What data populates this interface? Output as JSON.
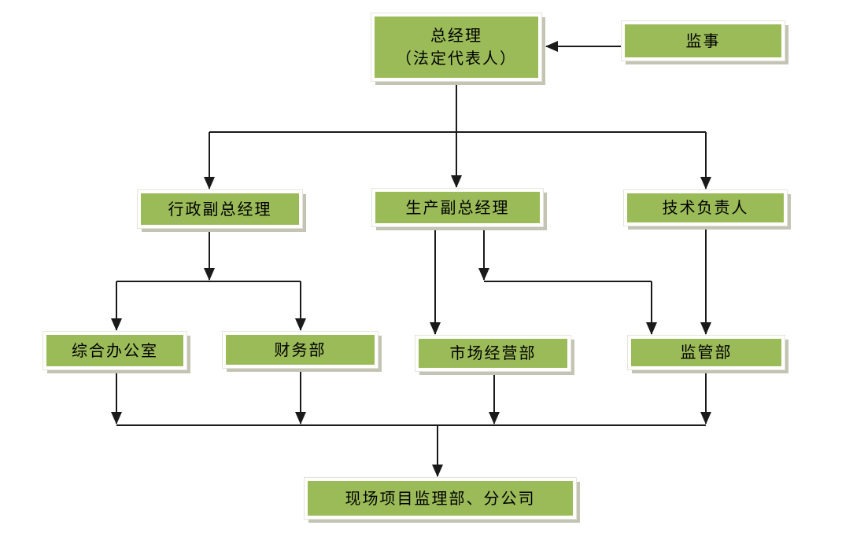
{
  "diagram": {
    "type": "org-chart",
    "nodes": {
      "general_manager": {
        "label": "总经理",
        "sublabel": "（法定代表人）"
      },
      "supervisor": {
        "label": "监事"
      },
      "admin_deputy_gm": {
        "label": "行政副总经理"
      },
      "production_deputy_gm": {
        "label": "生产副总经理"
      },
      "technical_director": {
        "label": "技术负责人"
      },
      "general_office": {
        "label": "综合办公室"
      },
      "finance_dept": {
        "label": "财务部"
      },
      "market_operations_dept": {
        "label": "市场经营部"
      },
      "supervision_dept": {
        "label": "监管部"
      },
      "site_supervision_branch": {
        "label": "现场项目监理部、分公司"
      }
    },
    "edges": [
      {
        "from": "supervisor",
        "to": "general_manager"
      },
      {
        "from": "general_manager",
        "to": "admin_deputy_gm"
      },
      {
        "from": "general_manager",
        "to": "production_deputy_gm"
      },
      {
        "from": "general_manager",
        "to": "technical_director"
      },
      {
        "from": "admin_deputy_gm",
        "to": "general_office"
      },
      {
        "from": "admin_deputy_gm",
        "to": "finance_dept"
      },
      {
        "from": "production_deputy_gm",
        "to": "market_operations_dept"
      },
      {
        "from": "production_deputy_gm",
        "to": "supervision_dept"
      },
      {
        "from": "technical_director",
        "to": "supervision_dept"
      },
      {
        "from": "general_office",
        "to": "site_supervision_branch"
      },
      {
        "from": "finance_dept",
        "to": "site_supervision_branch"
      },
      {
        "from": "market_operations_dept",
        "to": "site_supervision_branch"
      },
      {
        "from": "supervision_dept",
        "to": "site_supervision_branch"
      }
    ],
    "colors": {
      "box_fill": "#9bbb59",
      "box_frame": "#ffffff",
      "box_shadow": "#c3c4b4",
      "connector_line": "#1a1a1a"
    }
  }
}
